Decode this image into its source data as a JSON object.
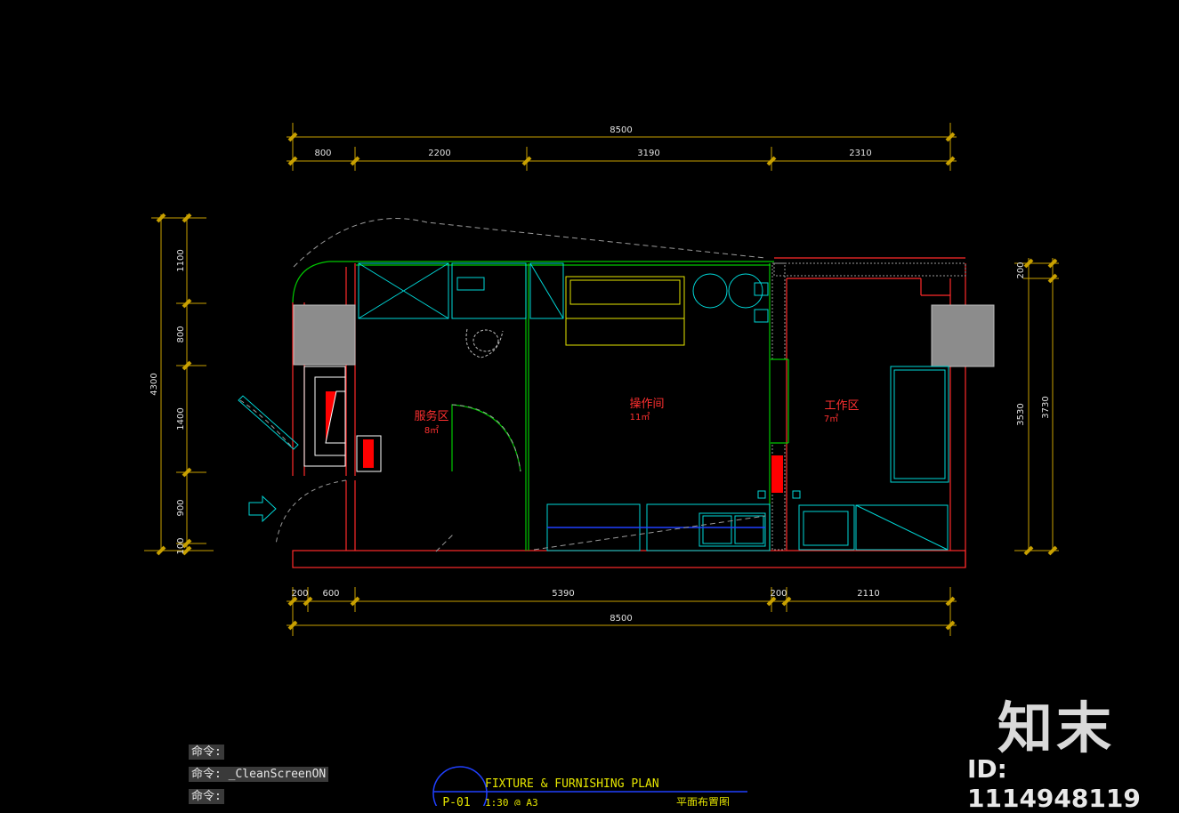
{
  "drawing": {
    "dims_top_total": "8500",
    "dims_top": [
      "800",
      "2200",
      "3190",
      "2310"
    ],
    "dims_bottom": [
      "200",
      "600",
      "5390",
      "200",
      "2110"
    ],
    "dims_bottom_total": "8500",
    "dims_left": [
      "1100",
      "800",
      "1400",
      "900",
      "100"
    ],
    "dims_left_total": "4300",
    "dims_right": [
      "200",
      "3530",
      "3730"
    ],
    "rooms": [
      {
        "name": "服务区",
        "area": "8㎡"
      },
      {
        "name": "操作间",
        "area": "11㎡"
      },
      {
        "name": "工作区",
        "area": "7㎡"
      }
    ],
    "title_block": {
      "sheet_no": "P-01",
      "title_en": "FIXTURE & FURNISHING PLAN",
      "scale": "1:30 @ A3",
      "title_cn": "平面布置图"
    }
  },
  "command_line": {
    "line1": "命令:",
    "line2": "命令: _CleanScreenON",
    "line3": "命令:"
  },
  "watermark": {
    "brand": "知末",
    "id": "ID: 1114948119"
  },
  "colors": {
    "background": "#000000",
    "dimension": "#c8a000",
    "wall": "#ff2a2a",
    "partition": "#00c800",
    "fixture": "#00d7d7",
    "furniture_yellow": "#e6e600",
    "gray_block": "#8c8c8c"
  }
}
